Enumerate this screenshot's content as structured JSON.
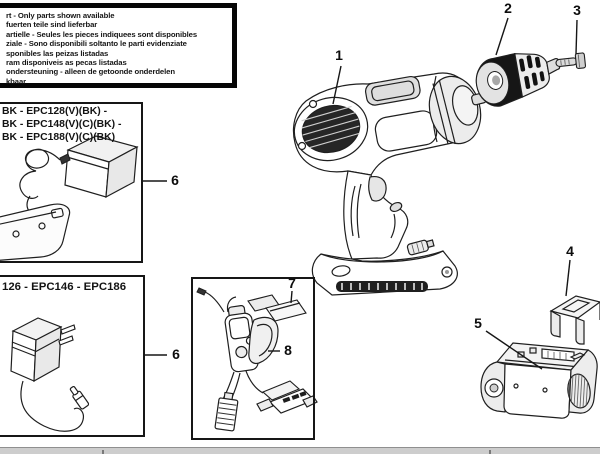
{
  "notice_box": {
    "lines": [
      "rt - Only parts shown available",
      "fuerten teile sind lieferbar",
      "artielle - Seules les pieces indiquees sont disponibles",
      "ziale - Sono disponibili soltanto le parti evidenziate",
      "sponibles las peizas listadas",
      "ram disponiveis as pecas listadas",
      "ondersteuning - alleen de getoonde onderdelen",
      "kbaar"
    ]
  },
  "charger_box_top": {
    "model_lines": [
      "BK - EPC128(V)(BK) -",
      "BK - EPC148(V)(C)(BK) -",
      "BK - EPC188(V)(C)(BK)"
    ],
    "callout_label": "6"
  },
  "charger_box_bottom": {
    "model_line": "126 - EPC146 - EPC186",
    "callout_label": "6"
  },
  "callouts": {
    "drill": "1",
    "chuck": "2",
    "chuck_screw": "3",
    "bracket": "4",
    "battery": "5",
    "terminal_sleeves": "7",
    "trigger_switch": "8"
  },
  "colors": {
    "line_art": "#1f1f1f",
    "chuck_band": "#161616",
    "footer_bar": "#cdcdcd",
    "background": "#ffffff"
  }
}
